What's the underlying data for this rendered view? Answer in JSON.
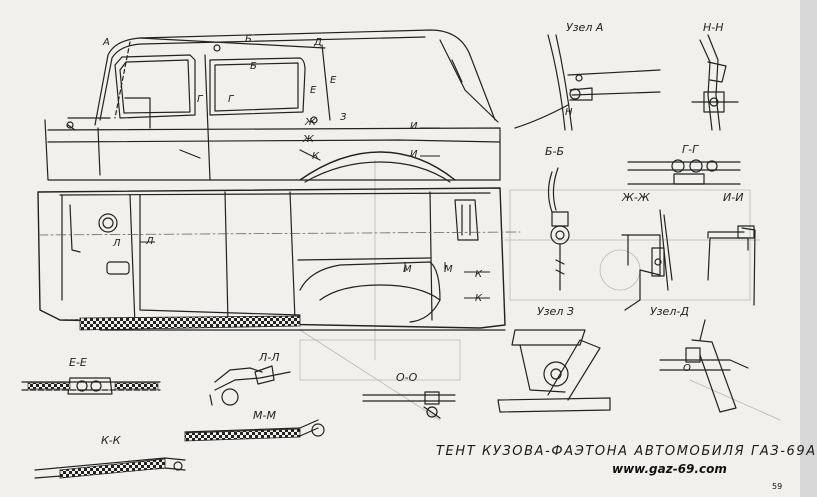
{
  "caption": "ТЕНТ КУЗОВА-ФАЭТОНА АВТОМОБИЛЯ ГАЗ-69А",
  "website": "www.gaz-69.com",
  "page_number": "59",
  "details": {
    "uzel_a": "Узел А",
    "nn": "Н-Н",
    "bb": "Б-Б",
    "gg": "Г-Г",
    "zhzh": "Ж-Ж",
    "ii": "И-И",
    "uzel_z": "Узел З",
    "uzel_d": "Узел-Д",
    "ee": "Е-Е",
    "ll": "Л-Л",
    "oo": "О-О",
    "mm": "М-М",
    "kk": "К-К"
  },
  "markers": {
    "a": "А",
    "b": "Б",
    "d": "Д",
    "e": "Е",
    "g": "Г",
    "zh": "Ж",
    "z": "З",
    "k": "К",
    "i": "И",
    "l": "Л",
    "m": "М",
    "n": "Н",
    "o": "О"
  }
}
